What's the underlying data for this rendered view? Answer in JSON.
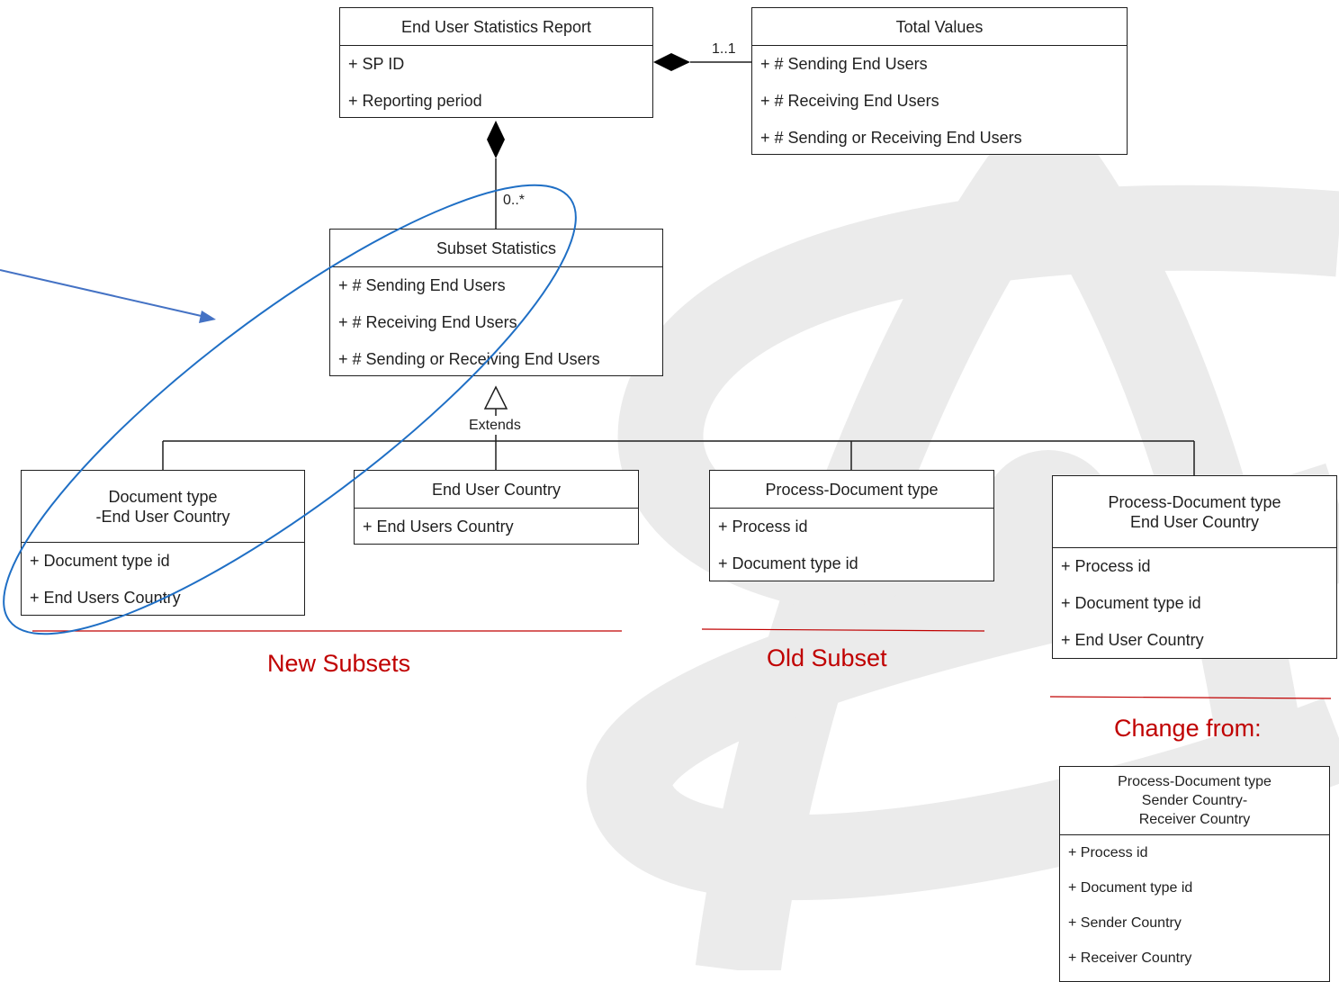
{
  "classes": {
    "report": {
      "title": [
        "End User Statistics Report"
      ],
      "attrs": [
        "+ SP ID",
        "+ Reporting period"
      ]
    },
    "total": {
      "title": [
        "Total Values"
      ],
      "attrs": [
        "+ # Sending End Users",
        "+ # Receiving End Users",
        "+ # Sending or Receiving End Users"
      ]
    },
    "subset": {
      "title": [
        "Subset Statistics"
      ],
      "attrs": [
        "+ # Sending End Users",
        "+ # Receiving End Users",
        "+ # Sending or Receiving End Users"
      ]
    },
    "doc_country": {
      "title": [
        "Document type",
        "-End User Country"
      ],
      "attrs": [
        "+ Document type id",
        "+ End Users Country"
      ]
    },
    "eu_country": {
      "title": [
        "End User Country"
      ],
      "attrs": [
        "+ End Users Country"
      ]
    },
    "proc_doc": {
      "title": [
        "Process-Document type"
      ],
      "attrs": [
        "+ Process id",
        "+ Document type id"
      ]
    },
    "proc_doc_country": {
      "title": [
        "Process-Document type",
        "End User Country"
      ],
      "attrs": [
        "+ Process id",
        "+ Document type id",
        "+ End User Country"
      ]
    },
    "old_class": {
      "title": [
        "Process-Document type",
        "Sender Country-",
        "Receiver Country"
      ],
      "attrs": [
        "+ Process id",
        "+ Document type id",
        "+ Sender Country",
        "+ Receiver Country"
      ]
    }
  },
  "multiplicities": {
    "total": "1..1",
    "subset": "0..*"
  },
  "generalization_label": "Extends",
  "annotations": {
    "new": "New Subsets",
    "old": "Old Subset",
    "change": "Change from:"
  },
  "colors": {
    "uml_line": "#1f1f1f",
    "annotation": "#c00000",
    "highlight": "#1f6fc5",
    "watermark": "#ebebeb"
  }
}
